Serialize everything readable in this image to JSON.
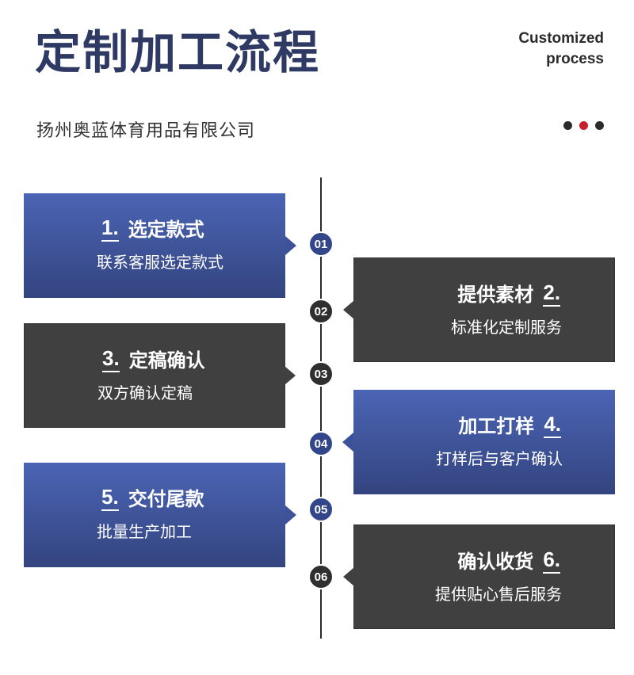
{
  "header": {
    "title": "定制加工流程",
    "subtitle_en": [
      "Customized",
      "process"
    ],
    "company": "扬州奥蓝体育用品有限公司",
    "dots": [
      "#2b2b2b",
      "#c8202a",
      "#2b2b2b"
    ]
  },
  "colors": {
    "title": "#2e3a64",
    "blue_card": "#3d529a",
    "dark_card": "#404040",
    "node_blue": "#34468a",
    "node_dark": "#2f2f2f"
  },
  "steps": [
    {
      "node": "01",
      "num": "1.",
      "title": "选定款式",
      "desc": "联系客服选定款式"
    },
    {
      "node": "02",
      "num": "2.",
      "title": "提供素材",
      "desc": "标准化定制服务"
    },
    {
      "node": "03",
      "num": "3.",
      "title": "定稿确认",
      "desc": "双方确认定稿"
    },
    {
      "node": "04",
      "num": "4.",
      "title": "加工打样",
      "desc": "打样后与客户确认"
    },
    {
      "node": "05",
      "num": "5.",
      "title": "交付尾款",
      "desc": "批量生产加工"
    },
    {
      "node": "06",
      "num": "6.",
      "title": "确认收货",
      "desc": "提供贴心售后服务"
    }
  ]
}
